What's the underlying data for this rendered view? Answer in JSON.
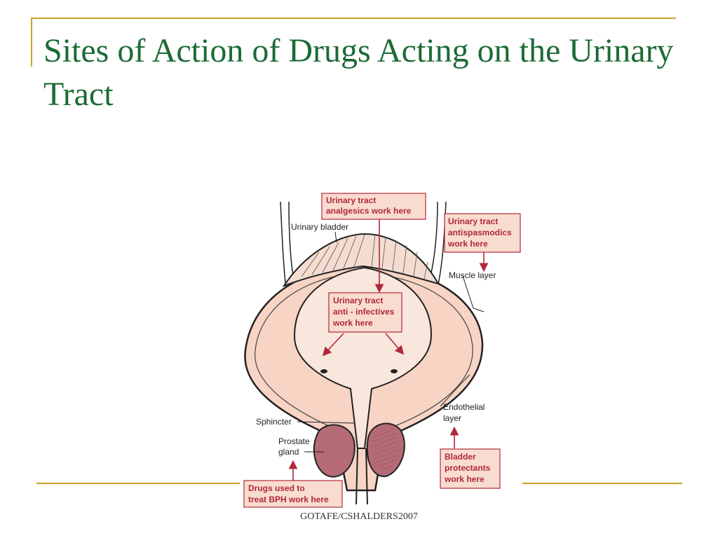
{
  "slide": {
    "title": "Sites of Action of Drugs Acting on the Urinary Tract",
    "footer": "GOTAFE/CSHALDERS2007"
  },
  "diagram": {
    "labels": {
      "bladder": "Urinary bladder",
      "muscle": "Muscle layer",
      "sphincter": "Sphincter",
      "prostate": [
        "Prostate",
        "gland"
      ],
      "endothelial": [
        "Endothelial",
        "layer"
      ]
    },
    "callouts": {
      "analgesics": [
        "Urinary tract",
        "analgesics work here"
      ],
      "antispasmodics": [
        "Urinary tract",
        "antispasmodics",
        "work here"
      ],
      "antiinfectives": [
        "Urinary tract",
        "anti - infectives",
        "work here"
      ],
      "protectants": [
        "Bladder",
        "protectants",
        "work here"
      ],
      "bph": [
        "Drugs used to",
        "treat BPH work here"
      ]
    },
    "colors": {
      "callout_text": "#b0283a",
      "callout_fill": "#f9dcd0",
      "tissue": "#f7d4c4",
      "prostate": "#b56b76",
      "arrow": "#b0283a"
    }
  }
}
